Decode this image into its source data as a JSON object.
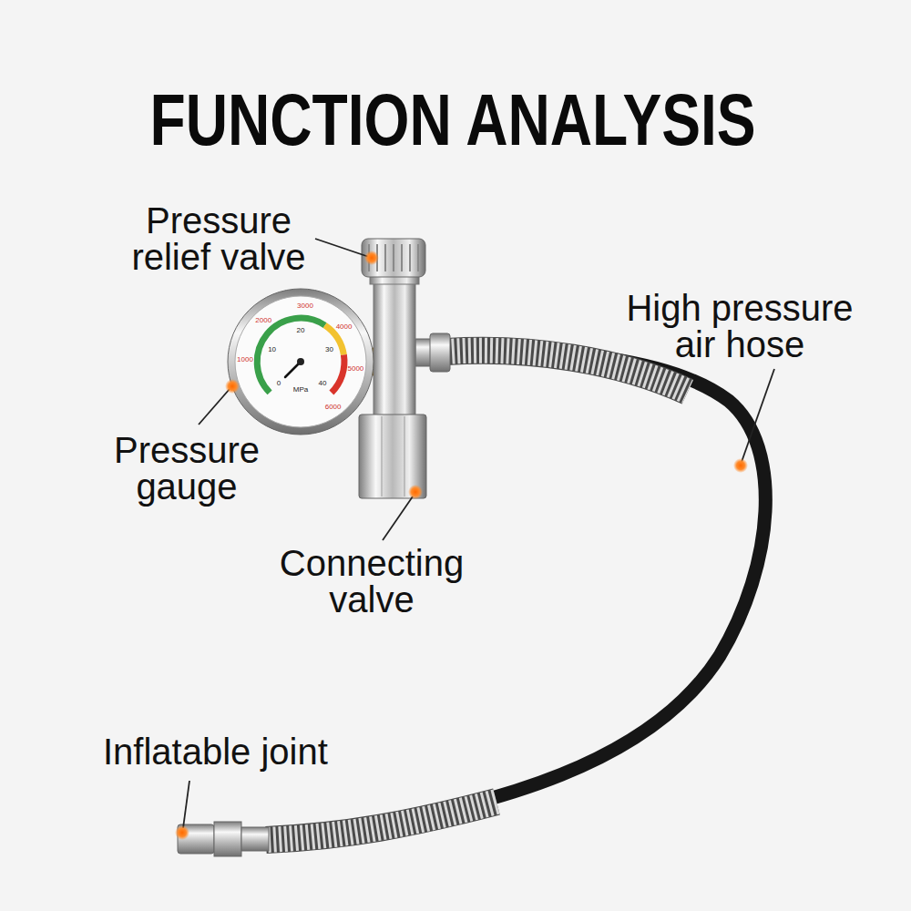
{
  "diagram": {
    "title": "FUNCTION ANALYSIS",
    "labels": [
      "Pressure relief valve",
      "High pressure air hose",
      "Pressure gauge",
      "Connecting valve",
      "Inflatable joint",
      "0",
      "10",
      "20",
      "30",
      "40",
      "MPa",
      "1000",
      "2000",
      "3000",
      "4000",
      "5000",
      "6000"
    ]
  }
}
